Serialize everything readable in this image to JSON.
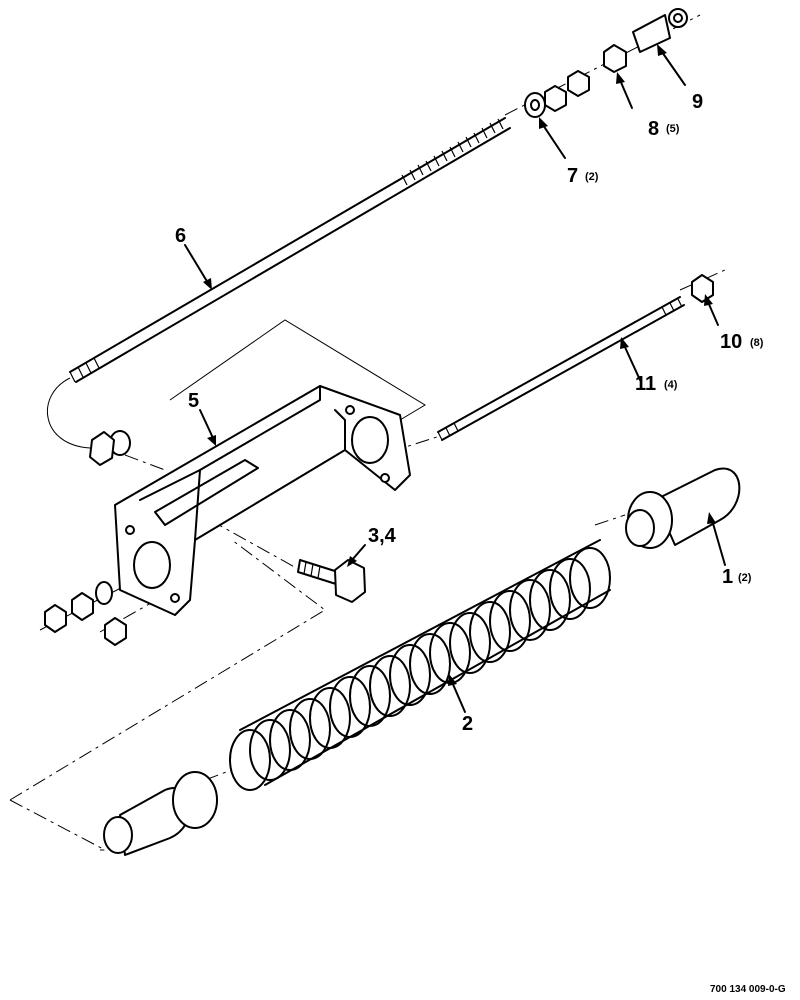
{
  "callouts": [
    {
      "id": "1",
      "qty": "(2)"
    },
    {
      "id": "2",
      "qty": ""
    },
    {
      "id": "3,4",
      "qty": ""
    },
    {
      "id": "5",
      "qty": ""
    },
    {
      "id": "6",
      "qty": ""
    },
    {
      "id": "7",
      "qty": "(2)"
    },
    {
      "id": "8",
      "qty": "(5)"
    },
    {
      "id": "9",
      "qty": ""
    },
    {
      "id": "10",
      "qty": "(8)"
    },
    {
      "id": "11",
      "qty": "(4)"
    }
  ],
  "drawing_number": "700 134 009-0-G",
  "colors": {
    "line": "#000000",
    "background": "#ffffff"
  }
}
